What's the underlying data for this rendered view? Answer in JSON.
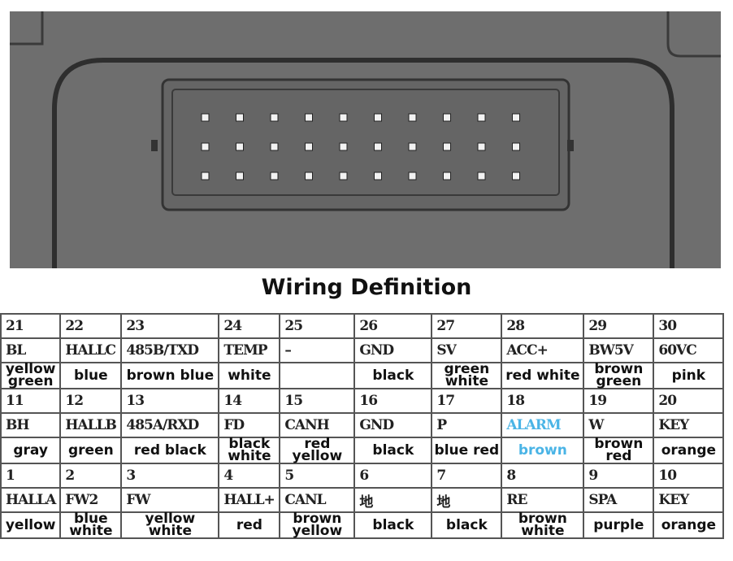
{
  "title": "Wiring Definition",
  "highlight_color": "#4ab4e6",
  "groups": [
    {
      "numbers": [
        "21",
        "22",
        "23",
        "24",
        "25",
        "26",
        "27",
        "28",
        "29",
        "30"
      ],
      "signals": [
        "BL",
        "HALLC",
        "485B/TXD",
        "TEMP",
        "–",
        "GND",
        "SV",
        "ACC+",
        "BW5V",
        "60VC"
      ],
      "colors": [
        "yellow\ngreen",
        "blue",
        "brown blue",
        "white",
        "",
        "black",
        "green\nwhite",
        "red white",
        "brown\ngreen",
        "pink"
      ]
    },
    {
      "numbers": [
        "11",
        "12",
        "13",
        "14",
        "15",
        "16",
        "17",
        "18",
        "19",
        "20"
      ],
      "signals": [
        "BH",
        "HALLB",
        "485A/RXD",
        "FD",
        "CANH",
        "GND",
        "P",
        "ALARM",
        "W",
        "KEY"
      ],
      "colors": [
        "gray",
        "green",
        "red black",
        "black\nwhite",
        "red\nyellow",
        "black",
        "blue red",
        "brown",
        "brown\nred",
        "orange"
      ]
    },
    {
      "numbers": [
        "1",
        "2",
        "3",
        "4",
        "5",
        "6",
        "7",
        "8",
        "9",
        "10"
      ],
      "signals": [
        "HALLA",
        "FW2",
        "FW",
        "HALL+",
        "CANL",
        "地",
        "地",
        "RE",
        "SPA",
        "KEY"
      ],
      "colors": [
        "yellow",
        "blue\nwhite",
        "yellow\nwhite",
        "red",
        "brown\nyellow",
        "black",
        "black",
        "brown\nwhite",
        "purple",
        "orange"
      ]
    }
  ]
}
